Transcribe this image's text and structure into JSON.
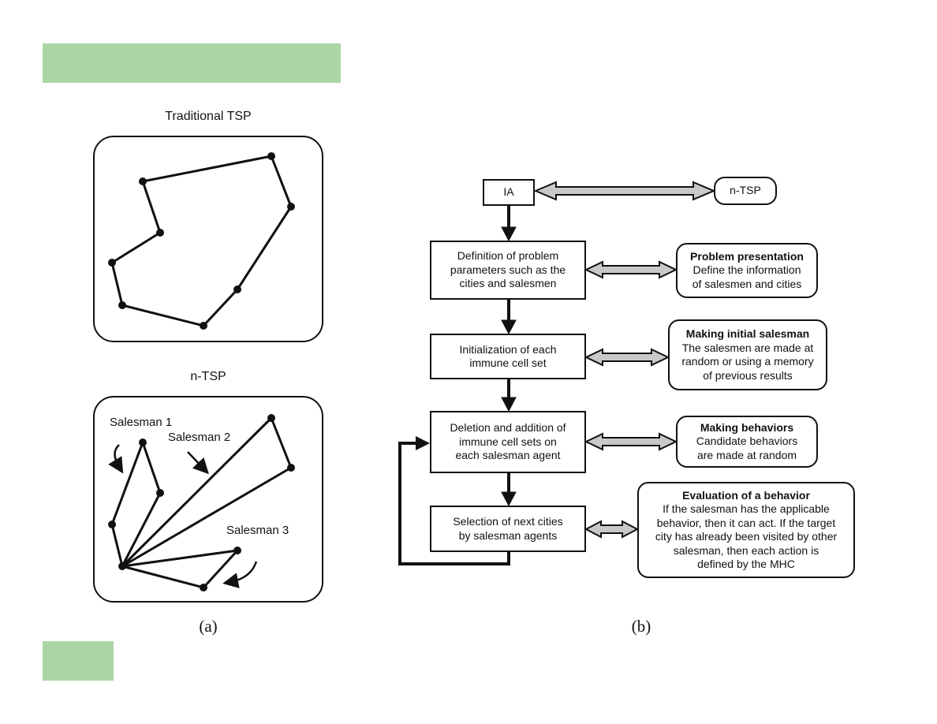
{
  "panel_a": {
    "traditional_title": "Traditional TSP",
    "ntsp_title": "n-TSP",
    "labels": {
      "salesman1": "Salesman 1",
      "salesman2": "Salesman 2",
      "salesman3": "Salesman 3"
    },
    "caption": "(a)"
  },
  "panel_b": {
    "ia": "IA",
    "ntsp": "n-TSP",
    "steps": [
      {
        "text": "Definition of problem\nparameters such as the\ncities and salesmen",
        "side_title": "Problem presentation",
        "side_text": "Define the information\nof salesmen and cities"
      },
      {
        "text": "Initialization of each\nimmune cell set",
        "side_title": "Making initial salesman",
        "side_text": "The salesmen are made at\nrandom or using a memory\nof previous results"
      },
      {
        "text": "Deletion and addition of\nimmune cell sets on\neach salesman agent",
        "side_title": "Making behaviors",
        "side_text": "Candidate behaviors\nare made at random"
      },
      {
        "text": "Selection of next cities\nby salesman agents",
        "side_title": "Evaluation of a behavior",
        "side_text": "If the salesman has the applicable\nbehavior, then it can act. If the target\ncity has already been visited by other\nsalesman, then each action is\ndefined by the MHC"
      }
    ],
    "caption": "(b)"
  },
  "colors": {
    "green_bar": "#acd5a6",
    "arrow_fill": "#c8c8c8",
    "line": "#111111"
  }
}
